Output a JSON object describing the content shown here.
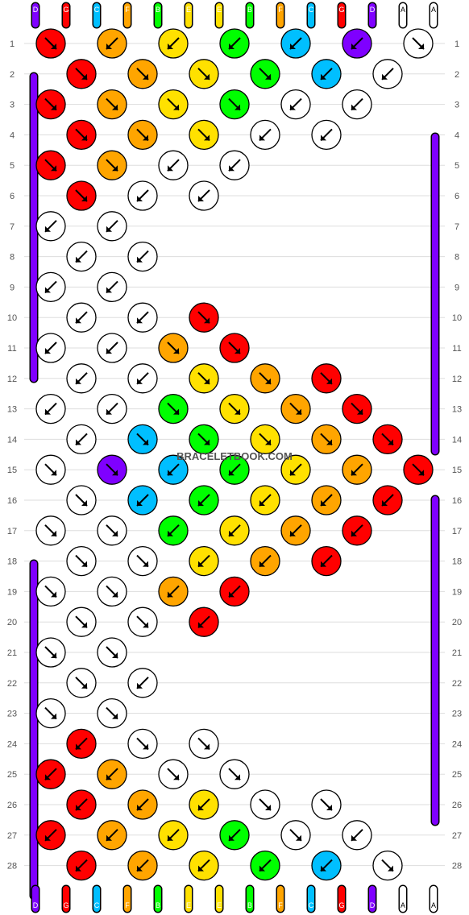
{
  "strand_colors": {
    "D": "#7f00ff",
    "G": "#ff0000",
    "C": "#00bfff",
    "F": "#ffa500",
    "B": "#00ff00",
    "E": "#ffe100",
    "A": "#ffffff"
  },
  "top_strands": [
    "D",
    "G",
    "C",
    "F",
    "B",
    "E",
    "E",
    "B",
    "F",
    "C",
    "G",
    "D",
    "A",
    "A"
  ],
  "bottom_strands": [
    "D",
    "G",
    "C",
    "F",
    "B",
    "E",
    "E",
    "B",
    "F",
    "C",
    "G",
    "D",
    "A",
    "A"
  ],
  "rows": [
    "1",
    "2",
    "3",
    "4",
    "5",
    "6",
    "7",
    "8",
    "9",
    "10",
    "11",
    "12",
    "13",
    "14",
    "15",
    "16",
    "17",
    "18",
    "19",
    "20",
    "21",
    "22",
    "23",
    "24",
    "25",
    "26",
    "27",
    "28"
  ],
  "watermark": "BRACELETBOOK.COM",
  "knots": [
    {
      "row": 1,
      "i": 0,
      "c": "G",
      "d": "se"
    },
    {
      "row": 1,
      "i": 1,
      "c": "F",
      "d": "sw"
    },
    {
      "row": 1,
      "i": 2,
      "c": "E",
      "d": "sw"
    },
    {
      "row": 1,
      "i": 3,
      "c": "B",
      "d": "sw"
    },
    {
      "row": 1,
      "i": 4,
      "c": "C",
      "d": "sw"
    },
    {
      "row": 1,
      "i": 5,
      "c": "D",
      "d": "sw"
    },
    {
      "row": 1,
      "i": 6,
      "c": "A",
      "d": "se"
    },
    {
      "row": 2,
      "i": 0,
      "c": "G",
      "d": "se"
    },
    {
      "row": 2,
      "i": 1,
      "c": "F",
      "d": "se"
    },
    {
      "row": 2,
      "i": 2,
      "c": "E",
      "d": "se"
    },
    {
      "row": 2,
      "i": 3,
      "c": "B",
      "d": "se"
    },
    {
      "row": 2,
      "i": 4,
      "c": "C",
      "d": "sw"
    },
    {
      "row": 2,
      "i": 5,
      "c": "A",
      "d": "sw"
    },
    {
      "row": 3,
      "i": 0,
      "c": "G",
      "d": "se"
    },
    {
      "row": 3,
      "i": 1,
      "c": "F",
      "d": "se"
    },
    {
      "row": 3,
      "i": 2,
      "c": "E",
      "d": "se"
    },
    {
      "row": 3,
      "i": 3,
      "c": "B",
      "d": "se"
    },
    {
      "row": 3,
      "i": 4,
      "c": "A",
      "d": "sw"
    },
    {
      "row": 3,
      "i": 5,
      "c": "A",
      "d": "sw"
    },
    {
      "row": 4,
      "i": 0,
      "c": "G",
      "d": "se"
    },
    {
      "row": 4,
      "i": 1,
      "c": "F",
      "d": "se"
    },
    {
      "row": 4,
      "i": 2,
      "c": "E",
      "d": "se"
    },
    {
      "row": 4,
      "i": 3,
      "c": "A",
      "d": "sw"
    },
    {
      "row": 4,
      "i": 4,
      "c": "A",
      "d": "sw"
    },
    {
      "row": 5,
      "i": 0,
      "c": "G",
      "d": "se"
    },
    {
      "row": 5,
      "i": 1,
      "c": "F",
      "d": "se"
    },
    {
      "row": 5,
      "i": 2,
      "c": "A",
      "d": "sw"
    },
    {
      "row": 5,
      "i": 3,
      "c": "A",
      "d": "sw"
    },
    {
      "row": 6,
      "i": 0,
      "c": "G",
      "d": "se"
    },
    {
      "row": 6,
      "i": 1,
      "c": "A",
      "d": "sw"
    },
    {
      "row": 6,
      "i": 2,
      "c": "A",
      "d": "sw"
    },
    {
      "row": 7,
      "i": 0,
      "c": "A",
      "d": "sw"
    },
    {
      "row": 7,
      "i": 1,
      "c": "A",
      "d": "sw"
    },
    {
      "row": 8,
      "i": 0,
      "c": "A",
      "d": "sw"
    },
    {
      "row": 8,
      "i": 1,
      "c": "A",
      "d": "sw"
    },
    {
      "row": 9,
      "i": 0,
      "c": "A",
      "d": "sw"
    },
    {
      "row": 9,
      "i": 1,
      "c": "A",
      "d": "sw"
    },
    {
      "row": 10,
      "i": 0,
      "c": "A",
      "d": "sw"
    },
    {
      "row": 10,
      "i": 1,
      "c": "A",
      "d": "sw"
    },
    {
      "row": 10,
      "i": 2,
      "c": "G",
      "d": "se"
    },
    {
      "row": 11,
      "i": 0,
      "c": "A",
      "d": "sw"
    },
    {
      "row": 11,
      "i": 1,
      "c": "A",
      "d": "sw"
    },
    {
      "row": 11,
      "i": 2,
      "c": "F",
      "d": "se"
    },
    {
      "row": 11,
      "i": 3,
      "c": "G",
      "d": "se"
    },
    {
      "row": 12,
      "i": 0,
      "c": "A",
      "d": "sw"
    },
    {
      "row": 12,
      "i": 1,
      "c": "A",
      "d": "sw"
    },
    {
      "row": 12,
      "i": 2,
      "c": "E",
      "d": "se"
    },
    {
      "row": 12,
      "i": 3,
      "c": "F",
      "d": "se"
    },
    {
      "row": 12,
      "i": 4,
      "c": "G",
      "d": "se"
    },
    {
      "row": 13,
      "i": 0,
      "c": "A",
      "d": "sw"
    },
    {
      "row": 13,
      "i": 1,
      "c": "A",
      "d": "sw"
    },
    {
      "row": 13,
      "i": 2,
      "c": "B",
      "d": "se"
    },
    {
      "row": 13,
      "i": 3,
      "c": "E",
      "d": "se"
    },
    {
      "row": 13,
      "i": 4,
      "c": "F",
      "d": "se"
    },
    {
      "row": 13,
      "i": 5,
      "c": "G",
      "d": "se"
    },
    {
      "row": 14,
      "i": 0,
      "c": "A",
      "d": "sw"
    },
    {
      "row": 14,
      "i": 1,
      "c": "C",
      "d": "se"
    },
    {
      "row": 14,
      "i": 2,
      "c": "B",
      "d": "se"
    },
    {
      "row": 14,
      "i": 3,
      "c": "E",
      "d": "se"
    },
    {
      "row": 14,
      "i": 4,
      "c": "F",
      "d": "se"
    },
    {
      "row": 14,
      "i": 5,
      "c": "G",
      "d": "se"
    },
    {
      "row": 15,
      "i": 0,
      "c": "A",
      "d": "se"
    },
    {
      "row": 15,
      "i": 1,
      "c": "D",
      "d": "se"
    },
    {
      "row": 15,
      "i": 2,
      "c": "C",
      "d": "sw"
    },
    {
      "row": 15,
      "i": 3,
      "c": "B",
      "d": "sw"
    },
    {
      "row": 15,
      "i": 4,
      "c": "E",
      "d": "sw"
    },
    {
      "row": 15,
      "i": 5,
      "c": "F",
      "d": "sw"
    },
    {
      "row": 15,
      "i": 6,
      "c": "G",
      "d": "se"
    },
    {
      "row": 16,
      "i": 0,
      "c": "A",
      "d": "se"
    },
    {
      "row": 16,
      "i": 1,
      "c": "C",
      "d": "sw"
    },
    {
      "row": 16,
      "i": 2,
      "c": "B",
      "d": "sw"
    },
    {
      "row": 16,
      "i": 3,
      "c": "E",
      "d": "sw"
    },
    {
      "row": 16,
      "i": 4,
      "c": "F",
      "d": "sw"
    },
    {
      "row": 16,
      "i": 5,
      "c": "G",
      "d": "sw"
    },
    {
      "row": 17,
      "i": 0,
      "c": "A",
      "d": "se"
    },
    {
      "row": 17,
      "i": 1,
      "c": "A",
      "d": "se"
    },
    {
      "row": 17,
      "i": 2,
      "c": "B",
      "d": "sw"
    },
    {
      "row": 17,
      "i": 3,
      "c": "E",
      "d": "sw"
    },
    {
      "row": 17,
      "i": 4,
      "c": "F",
      "d": "sw"
    },
    {
      "row": 17,
      "i": 5,
      "c": "G",
      "d": "sw"
    },
    {
      "row": 18,
      "i": 0,
      "c": "A",
      "d": "se"
    },
    {
      "row": 18,
      "i": 1,
      "c": "A",
      "d": "se"
    },
    {
      "row": 18,
      "i": 2,
      "c": "E",
      "d": "sw"
    },
    {
      "row": 18,
      "i": 3,
      "c": "F",
      "d": "sw"
    },
    {
      "row": 18,
      "i": 4,
      "c": "G",
      "d": "sw"
    },
    {
      "row": 19,
      "i": 0,
      "c": "A",
      "d": "se"
    },
    {
      "row": 19,
      "i": 1,
      "c": "A",
      "d": "se"
    },
    {
      "row": 19,
      "i": 2,
      "c": "F",
      "d": "sw"
    },
    {
      "row": 19,
      "i": 3,
      "c": "G",
      "d": "sw"
    },
    {
      "row": 20,
      "i": 0,
      "c": "A",
      "d": "se"
    },
    {
      "row": 20,
      "i": 1,
      "c": "A",
      "d": "se"
    },
    {
      "row": 20,
      "i": 2,
      "c": "G",
      "d": "sw"
    },
    {
      "row": 21,
      "i": 0,
      "c": "A",
      "d": "se"
    },
    {
      "row": 21,
      "i": 1,
      "c": "A",
      "d": "se"
    },
    {
      "row": 22,
      "i": 0,
      "c": "A",
      "d": "se"
    },
    {
      "row": 22,
      "i": 1,
      "c": "A",
      "d": "sw"
    },
    {
      "row": 23,
      "i": 0,
      "c": "A",
      "d": "se"
    },
    {
      "row": 23,
      "i": 1,
      "c": "A",
      "d": "se"
    },
    {
      "row": 24,
      "i": 0,
      "c": "G",
      "d": "sw"
    },
    {
      "row": 24,
      "i": 1,
      "c": "A",
      "d": "se"
    },
    {
      "row": 24,
      "i": 2,
      "c": "A",
      "d": "se"
    },
    {
      "row": 25,
      "i": 0,
      "c": "G",
      "d": "sw"
    },
    {
      "row": 25,
      "i": 1,
      "c": "F",
      "d": "sw"
    },
    {
      "row": 25,
      "i": 2,
      "c": "A",
      "d": "se"
    },
    {
      "row": 25,
      "i": 3,
      "c": "A",
      "d": "se"
    },
    {
      "row": 26,
      "i": 0,
      "c": "G",
      "d": "sw"
    },
    {
      "row": 26,
      "i": 1,
      "c": "F",
      "d": "sw"
    },
    {
      "row": 26,
      "i": 2,
      "c": "E",
      "d": "sw"
    },
    {
      "row": 26,
      "i": 3,
      "c": "A",
      "d": "se"
    },
    {
      "row": 26,
      "i": 4,
      "c": "A",
      "d": "se"
    },
    {
      "row": 27,
      "i": 0,
      "c": "G",
      "d": "sw"
    },
    {
      "row": 27,
      "i": 1,
      "c": "F",
      "d": "sw"
    },
    {
      "row": 27,
      "i": 2,
      "c": "E",
      "d": "sw"
    },
    {
      "row": 27,
      "i": 3,
      "c": "B",
      "d": "sw"
    },
    {
      "row": 27,
      "i": 4,
      "c": "A",
      "d": "se"
    },
    {
      "row": 27,
      "i": 5,
      "c": "A",
      "d": "sw"
    },
    {
      "row": 28,
      "i": 0,
      "c": "G",
      "d": "sw"
    },
    {
      "row": 28,
      "i": 1,
      "c": "F",
      "d": "sw"
    },
    {
      "row": 28,
      "i": 2,
      "c": "E",
      "d": "sw"
    },
    {
      "row": 28,
      "i": 3,
      "c": "B",
      "d": "sw"
    },
    {
      "row": 28,
      "i": 4,
      "c": "C",
      "d": "sw"
    },
    {
      "row": 28,
      "i": 5,
      "c": "A",
      "d": "se"
    }
  ]
}
